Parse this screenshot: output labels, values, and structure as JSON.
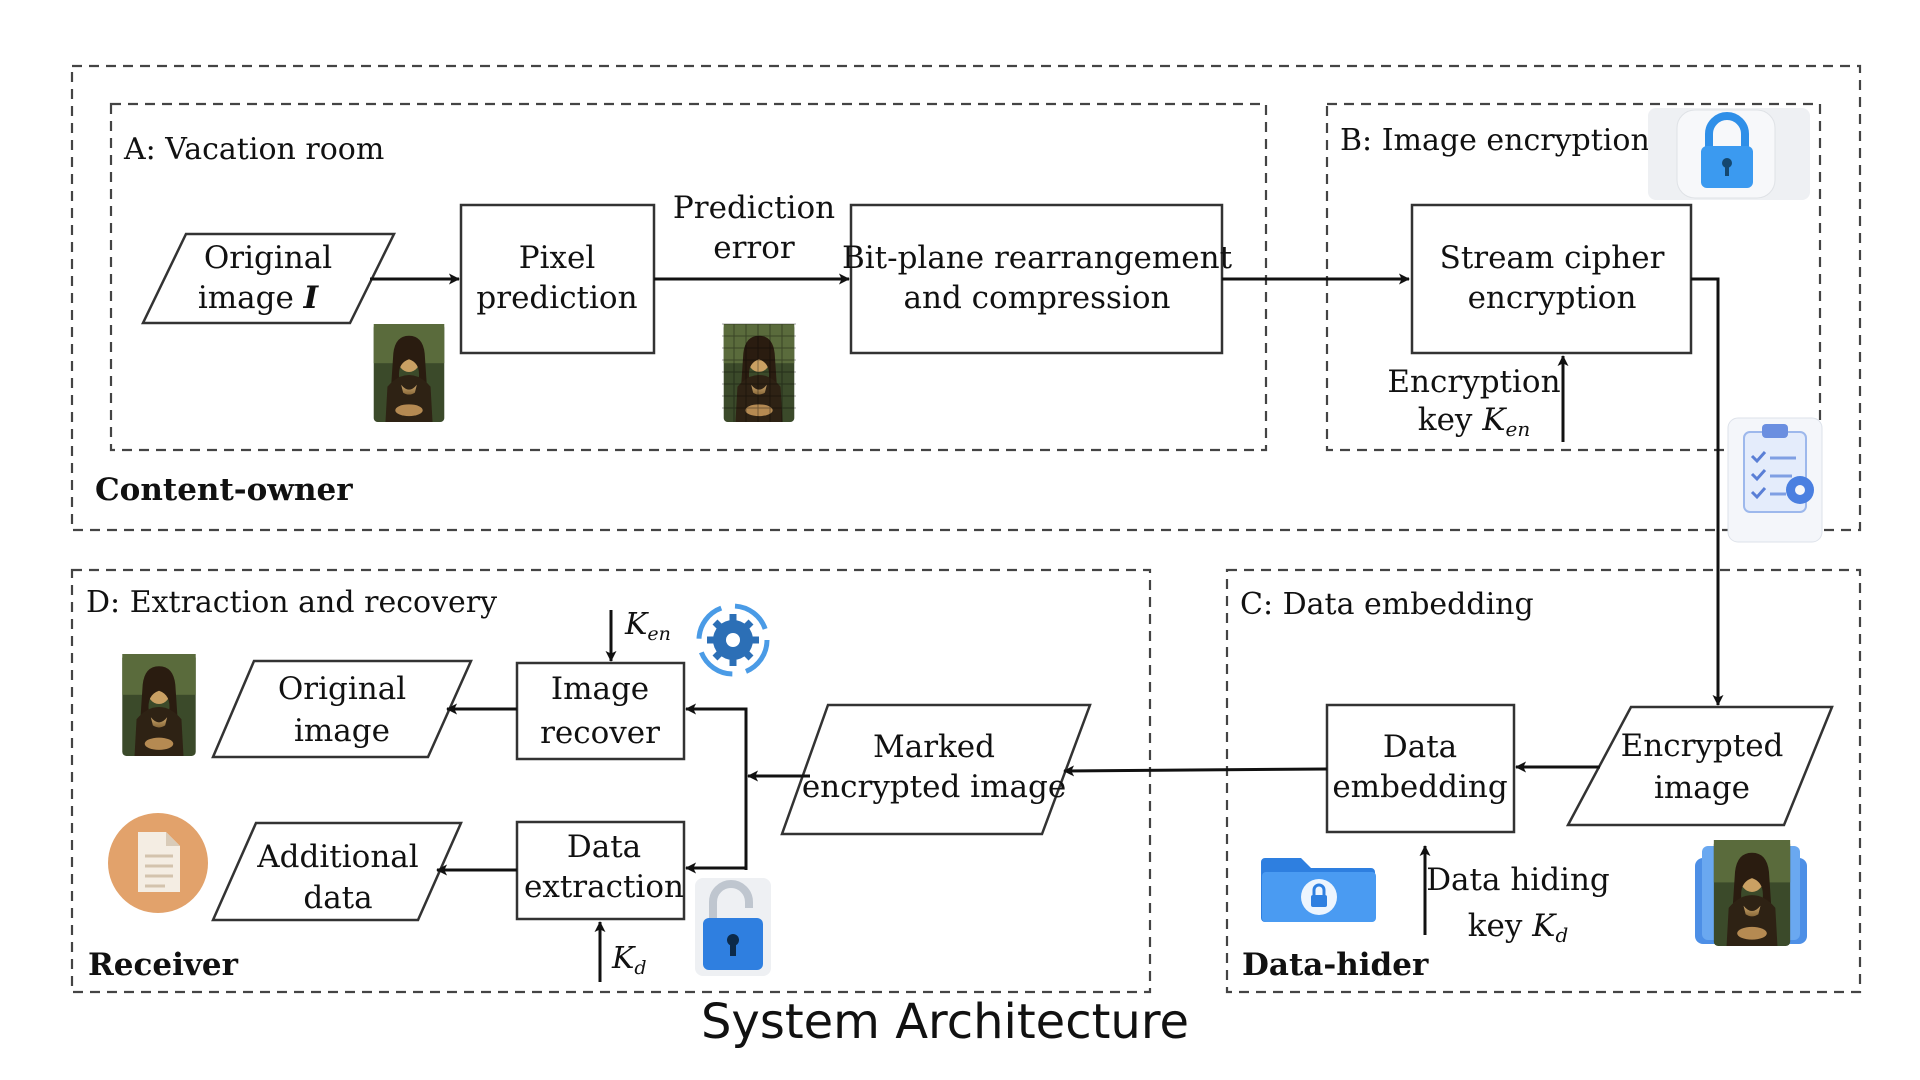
{
  "regions": {
    "content_owner": "Content-owner",
    "receiver": "Receiver",
    "data_hider": "Data-hider"
  },
  "sections": {
    "a": "A: Vacation room",
    "b": "B: Image encryption",
    "c": "C: Data embedding",
    "d": "D: Extraction and  recovery"
  },
  "nodes": {
    "original_image_1": "Original",
    "original_image_2": "image",
    "original_image_var": "I",
    "pixel_prediction_1": "Pixel",
    "pixel_prediction_2": "prediction",
    "prediction_error_1": "Prediction",
    "prediction_error_2": "error",
    "bitplane_1": "Bit-plane rearrangement",
    "bitplane_2": "and compression",
    "stream_cipher_1": "Stream cipher",
    "stream_cipher_2": "encryption",
    "enc_key_1": "Encryption",
    "enc_key_2": "key",
    "enc_key_var": "K",
    "enc_key_sub": "en",
    "encrypted_image_1": "Encrypted",
    "encrypted_image_2": "image",
    "data_embedding_1": "Data",
    "data_embedding_2": "embedding",
    "hiding_key_1": "Data hiding",
    "hiding_key_2": "key",
    "hiding_key_var": "K",
    "hiding_key_sub": "d",
    "marked_1": "Marked",
    "marked_2": "encrypted image",
    "image_recover_1": "Image",
    "image_recover_2": "recover",
    "data_extraction_1": "Data",
    "data_extraction_2": "extraction",
    "recovered_image_1": "Original",
    "recovered_image_2": "image",
    "additional_1": "Additional",
    "additional_2": "data",
    "ken_var": "K",
    "ken_sub": "en",
    "kd_var": "K",
    "kd_sub": "d"
  },
  "icons": {
    "lock_closed": "lock-closed-icon",
    "lock_open": "lock-open-icon",
    "clipboard": "clipboard-gear-icon",
    "gear": "gear-icon",
    "folder_lock": "folder-lock-icon",
    "document": "document-icon",
    "portrait": "portrait-thumbnail"
  },
  "colors": {
    "lock_blue": "#2f8fe8",
    "gear_blue": "#2c6fb6",
    "doc_orange": "#e2a26b",
    "portrait_dark": "#3a2a16"
  },
  "caption": "System Architecture"
}
